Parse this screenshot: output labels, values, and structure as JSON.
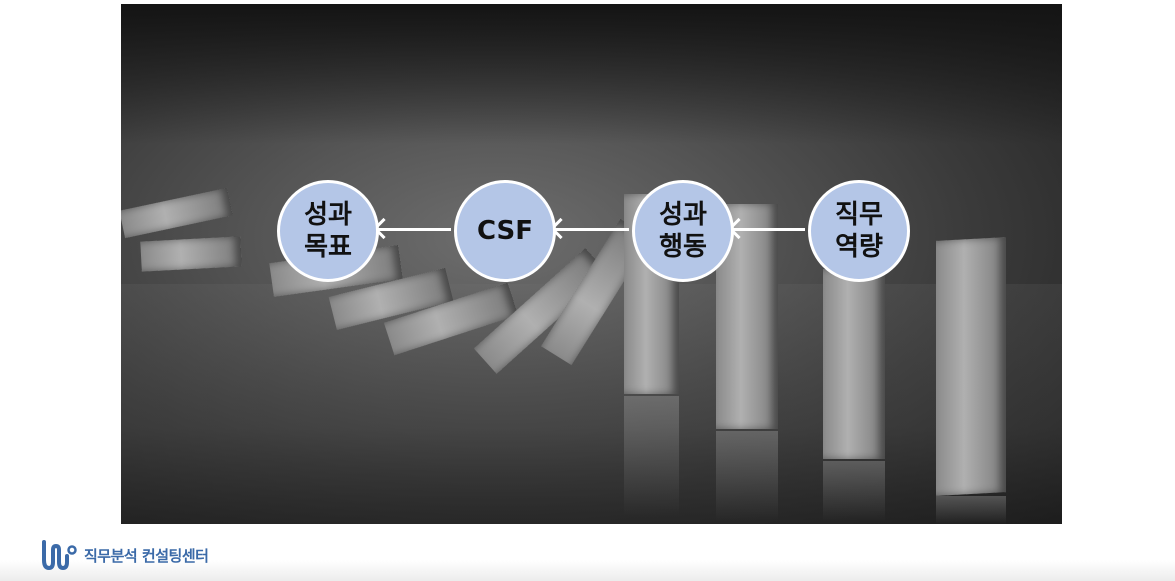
{
  "diagram": {
    "nodes": [
      {
        "id": "performance-goal",
        "label": "성과\n목표"
      },
      {
        "id": "csf",
        "label": "CSF"
      },
      {
        "id": "performance-behavior",
        "label": "성과\n행동"
      },
      {
        "id": "job-competency",
        "label": "직무\n역량"
      }
    ],
    "edges": [
      {
        "from": "job-competency",
        "to": "performance-behavior"
      },
      {
        "from": "performance-behavior",
        "to": "csf"
      },
      {
        "from": "csf",
        "to": "performance-goal"
      }
    ],
    "node_fill": "#b4c6e7",
    "node_border": "#ffffff",
    "arrow_color": "#ffffff"
  },
  "footer": {
    "logo_text": "직무분석 컨설팅센터",
    "logo_color": "#3b6aa8"
  }
}
